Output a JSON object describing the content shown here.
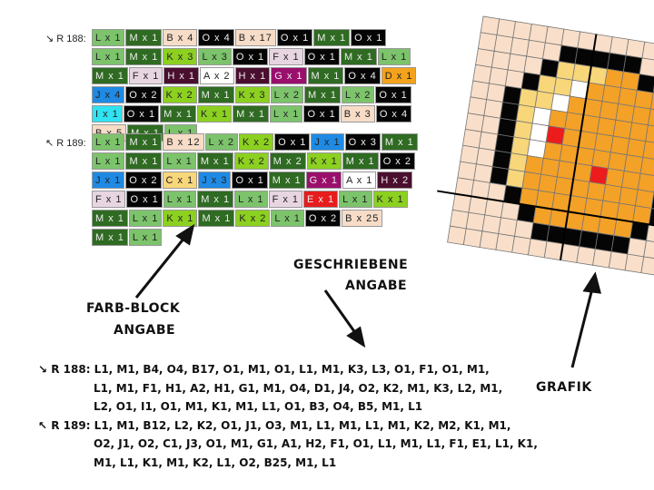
{
  "colors": {
    "L": "#7cc36b",
    "M": "#2f6b22",
    "B": "#f7dcc7",
    "O": "#050505",
    "K": "#8cd020",
    "F": "#e8d5e2",
    "H": "#4a0e2f",
    "A": "#ffffff",
    "G": "#9a0f6c",
    "D": "#f3a21c",
    "J": "#1e8ae4",
    "I": "#2fe3f2",
    "C": "#f8d67a",
    "E": "#e71c1c"
  },
  "rows": [
    {
      "label": "↘ R 188:",
      "blocks": [
        "L x 1",
        "M x 1",
        "B x 4",
        "O x 4",
        "B x 17",
        "O x 1",
        "M x 1",
        "O x 1",
        "L x 1",
        "M x 1",
        "K x 3",
        "L x 3",
        "O x 1",
        "F x 1",
        "O x 1",
        "M x 1",
        "L x 1",
        "M x 1",
        "F x 1",
        "H x 1",
        "A x 2",
        "H x 1",
        "G x 1",
        "M x 1",
        "O x 4",
        "D x 1",
        "J x 4",
        "O x 2",
        "K x 2",
        "M x 1",
        "K x 3",
        "L x 2",
        "M x 1",
        "L x 2",
        "O x 1",
        "I x 1",
        "O x 1",
        "M x 1",
        "K x 1",
        "M x 1",
        "L x 1",
        "O x 1",
        "B x 3",
        "O x 4",
        "B x 5",
        "M x 1",
        "L x 1"
      ]
    },
    {
      "label": "↖ R 189:",
      "blocks": [
        "L x 1",
        "M x 1",
        "B x 12",
        "L x 2",
        "K x 2",
        "O x 1",
        "J x 1",
        "O x 3",
        "M x 1",
        "L x 1",
        "M x 1",
        "L x 1",
        "M x 1",
        "K x 2",
        "M x 2",
        "K x 1",
        "M x 1",
        "O x 2",
        "J x 1",
        "O x 2",
        "C x 1",
        "J x 3",
        "O x 1",
        "M x 1",
        "G x 1",
        "A x 1",
        "H x 2",
        "F x 1",
        "O x 1",
        "L x 1",
        "M x 1",
        "L x 1",
        "F x 1",
        "E x 1",
        "L x 1",
        "K x 1",
        "M x 1",
        "L x 1",
        "K x 1",
        "M x 1",
        "K x 2",
        "L x 1",
        "O x 2",
        "B x 25",
        "M x 1",
        "L x 1"
      ]
    }
  ],
  "annotations": {
    "farb1": "FARB-BLOCK",
    "farb2": "ANGABE",
    "ges1": "GESCHRIEBENE",
    "ges2": "ANGABE",
    "grafik": "GRAFIK"
  },
  "written": [
    "↘ R 188: L1, M1, B4, O4, B17, O1, M1, O1, L1, M1, K3, L3, O1, F1, O1, M1,",
    "L1, M1, F1, H1, A2, H1, G1, M1, O4, D1, J4, O2, K2, M1, K3, L2, M1,",
    "L2, O1, I1, O1, M1, K1, M1, L1, O1, B3, O4, B5, M1, L1",
    "↖ R 189: L1, M1, B12, L2, K2, O1, J1, O3, M1, L1, M1, L1, M1, K2, M2, K1, M1,",
    "O2, J1, O2, C1, J3, O1, M1, G1, A1, H2, F1, O1, L1, M1, L1, F1, E1, L1, K1,",
    "M1, L1, K1, M1, K2, L1, O2, B25, M1, L1"
  ]
}
